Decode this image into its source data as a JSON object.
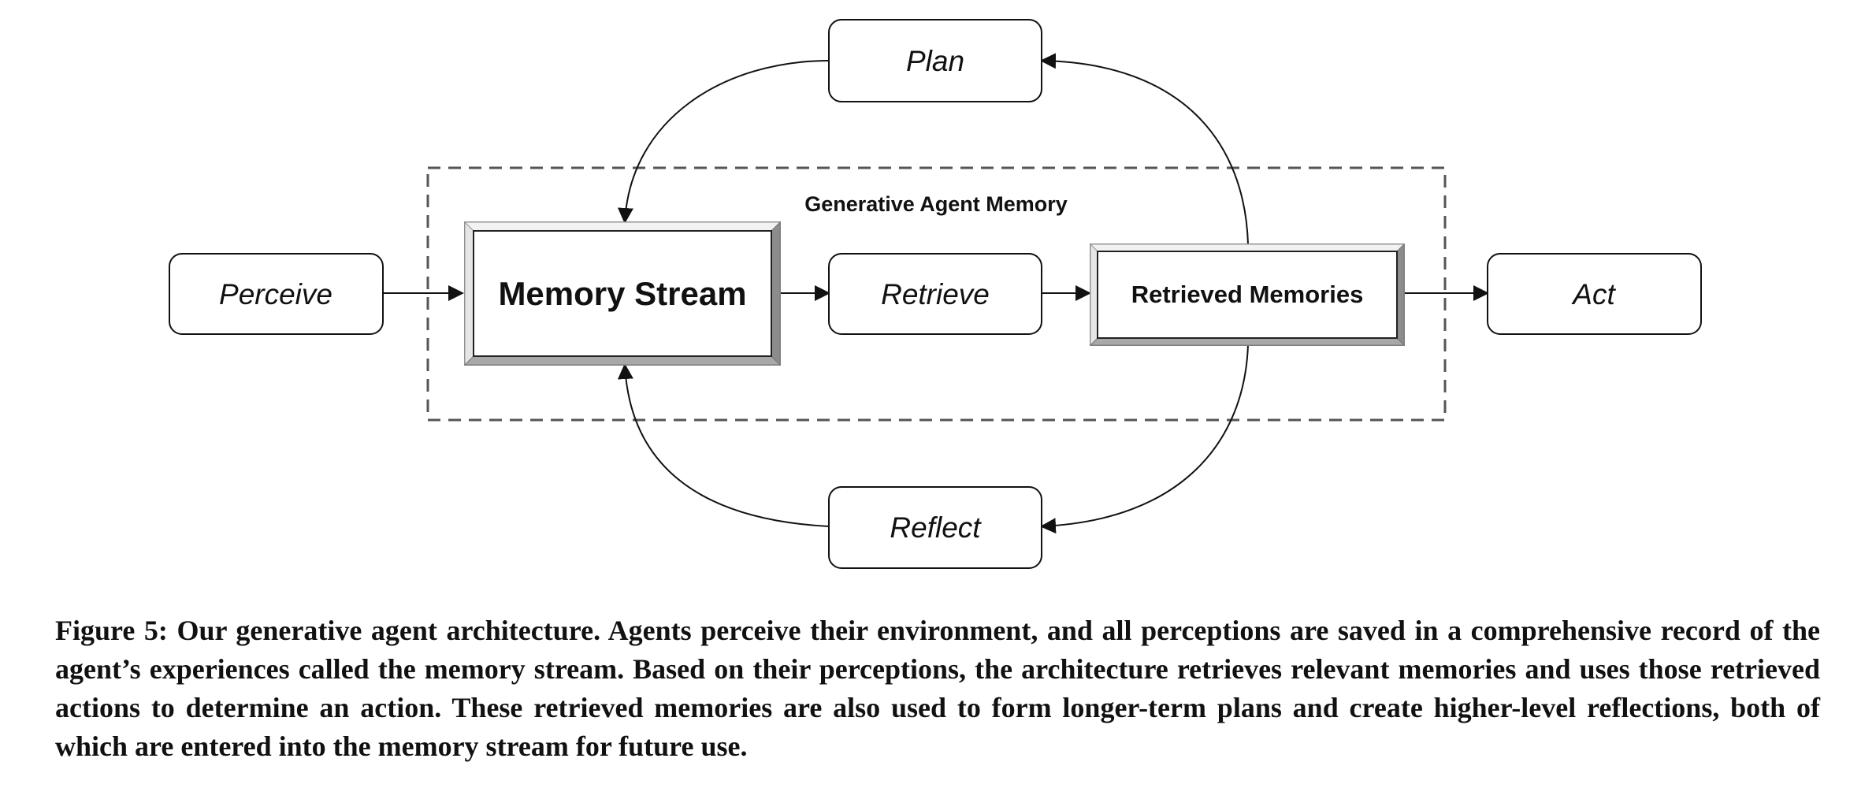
{
  "diagram": {
    "container_label": "Generative Agent Memory",
    "nodes": {
      "plan": "Plan",
      "perceive": "Perceive",
      "memory_stream": "Memory Stream",
      "retrieve": "Retrieve",
      "retrieved_memories": "Retrieved Memories",
      "act": "Act",
      "reflect": "Reflect"
    }
  },
  "caption": "Figure 5: Our generative agent architecture. Agents perceive their environment, and all perceptions are saved in a comprehensive record of the agent’s experiences called the memory stream. Based on their perceptions, the architecture retrieves relevant memories and uses those retrieved actions to determine an action. These retrieved memories are also used to form longer-term plans and create higher-level reflections, both of which are entered into the memory stream for future use."
}
